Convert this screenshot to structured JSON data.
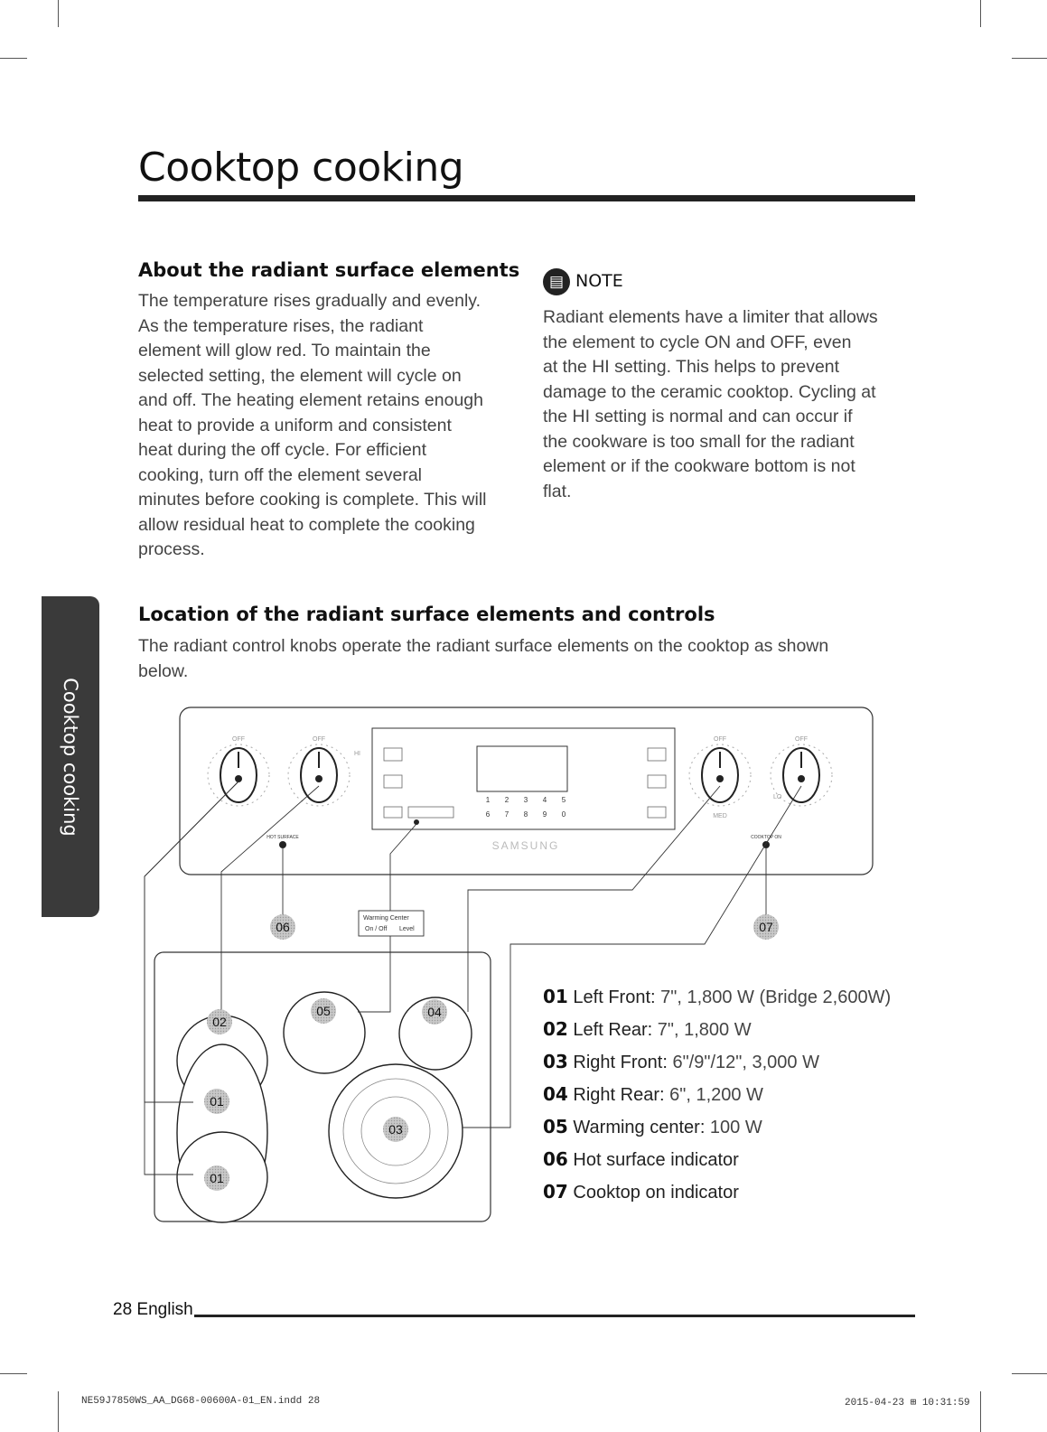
{
  "header": {
    "title": "Cooktop cooking"
  },
  "side_tab": {
    "label": "Cooktop cooking"
  },
  "section_about": {
    "heading": "About the radiant surface elements",
    "lines": [
      "The temperature rises gradually and evenly.",
      "As the temperature rises, the radiant",
      "element will glow red. To maintain the",
      "selected setting, the element will cycle on",
      "and off. The heating element retains enough",
      "heat to provide a uniform and consistent",
      "heat during the off cycle. For efficient",
      "cooking, turn off the element several",
      "minutes before cooking is complete. This will",
      "allow residual heat to complete the cooking",
      "process."
    ]
  },
  "note": {
    "label": "NOTE",
    "icon": "note-icon",
    "lines": [
      "Radiant elements have a limiter that allows",
      "the element to cycle ON and OFF, even",
      "at the HI setting. This helps to prevent",
      "damage to the ceramic cooktop. Cycling at",
      "the HI setting is normal and can occur if",
      "the cookware is too small for the radiant",
      "element or if the cookware bottom is not",
      "flat."
    ]
  },
  "section_location": {
    "heading": "Location of the radiant surface elements and controls",
    "lines": [
      "The radiant control knobs operate the radiant surface elements on the cooktop as shown",
      "below."
    ]
  },
  "diagram": {
    "brand": "SAMSUNG",
    "hot_surface_label": "HOT SURFACE",
    "cooktop_on_label": "COOKTOP ON",
    "warming_center_box": {
      "title": "Warming Center",
      "left": "On / Off",
      "right": "Level"
    },
    "display_digits_top": [
      "1",
      "2",
      "3",
      "4",
      "5"
    ],
    "display_digits_bottom": [
      "6",
      "7",
      "8",
      "9",
      "0"
    ],
    "knob_off": "OFF",
    "knob_hi": "HI",
    "knob_lo": "LO",
    "knob_med": "MED",
    "callouts": [
      "01",
      "01",
      "02",
      "03",
      "04",
      "05",
      "06",
      "07"
    ]
  },
  "legend": [
    {
      "num": "01",
      "name": "Left Front:",
      "value": " 7\", 1,800 W (Bridge 2,600W)"
    },
    {
      "num": "02",
      "name": "Left Rear:",
      "value": " 7\", 1,800 W"
    },
    {
      "num": "03",
      "name": "Right Front:",
      "value": " 6\"/9\"/12\", 3,000 W"
    },
    {
      "num": "04",
      "name": "Right Rear:",
      "value": " 6\", 1,200 W"
    },
    {
      "num": "05",
      "name": "Warming center:",
      "value": " 100 W"
    },
    {
      "num": "06",
      "name": "Hot surface indicator",
      "value": ""
    },
    {
      "num": "07",
      "name": "Cooktop on indicator",
      "value": ""
    }
  ],
  "footer": {
    "page": "28 English",
    "file": "NE59J7850WS_AA_DG68-00600A-01_EN.indd   28",
    "date": "2015-04-23   ⊞ 10:31:59"
  }
}
